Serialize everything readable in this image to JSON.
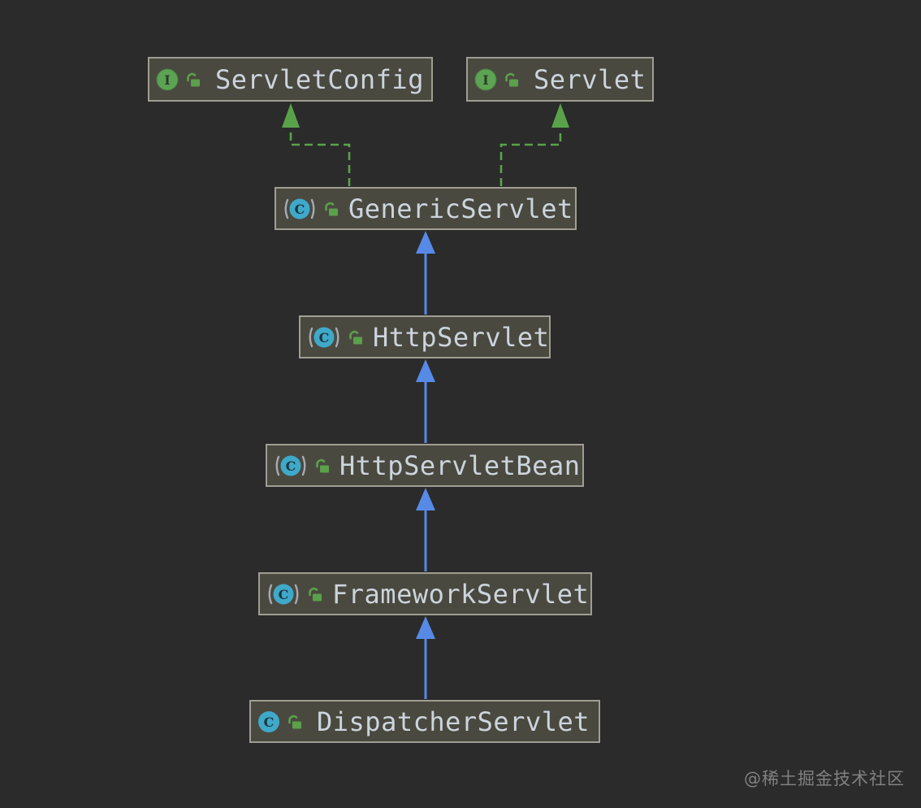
{
  "diagram": {
    "nodes": [
      {
        "id": "ServletConfig",
        "label": "ServletConfig",
        "stereotype": "interface",
        "icon_letter": "I",
        "visibility": "public"
      },
      {
        "id": "Servlet",
        "label": "Servlet",
        "stereotype": "interface",
        "icon_letter": "I",
        "visibility": "public"
      },
      {
        "id": "GenericServlet",
        "label": "GenericServlet",
        "stereotype": "abstract-class",
        "icon_letter": "C",
        "visibility": "public"
      },
      {
        "id": "HttpServlet",
        "label": "HttpServlet",
        "stereotype": "abstract-class",
        "icon_letter": "C",
        "visibility": "public"
      },
      {
        "id": "HttpServletBean",
        "label": "HttpServletBean",
        "stereotype": "abstract-class",
        "icon_letter": "C",
        "visibility": "public"
      },
      {
        "id": "FrameworkServlet",
        "label": "FrameworkServlet",
        "stereotype": "abstract-class",
        "icon_letter": "C",
        "visibility": "public"
      },
      {
        "id": "DispatcherServlet",
        "label": "DispatcherServlet",
        "stereotype": "class",
        "icon_letter": "C",
        "visibility": "public"
      }
    ],
    "edges": [
      {
        "from": "GenericServlet",
        "to": "ServletConfig",
        "type": "implements",
        "style": "dashed",
        "color": "#5aa24a"
      },
      {
        "from": "GenericServlet",
        "to": "Servlet",
        "type": "implements",
        "style": "dashed",
        "color": "#5aa24a"
      },
      {
        "from": "HttpServlet",
        "to": "GenericServlet",
        "type": "extends",
        "style": "solid",
        "color": "#568ae6"
      },
      {
        "from": "HttpServletBean",
        "to": "HttpServlet",
        "type": "extends",
        "style": "solid",
        "color": "#568ae6"
      },
      {
        "from": "FrameworkServlet",
        "to": "HttpServletBean",
        "type": "extends",
        "style": "solid",
        "color": "#568ae6"
      },
      {
        "from": "DispatcherServlet",
        "to": "FrameworkServlet",
        "type": "extends",
        "style": "solid",
        "color": "#568ae6"
      }
    ],
    "colors": {
      "background": "#2b2b2b",
      "node_fill": "#4a4940",
      "node_border": "#a09e92",
      "node_text": "#ccd4dc",
      "interface_icon_green": "#5ca353",
      "class_icon_teal": "#3fa9c9",
      "lock_green": "#5ba04b",
      "implements_arrow_green": "#5aa24a",
      "extends_arrow_blue": "#568ae6"
    }
  },
  "watermark": {
    "text": "@稀土掘金技术社区"
  }
}
